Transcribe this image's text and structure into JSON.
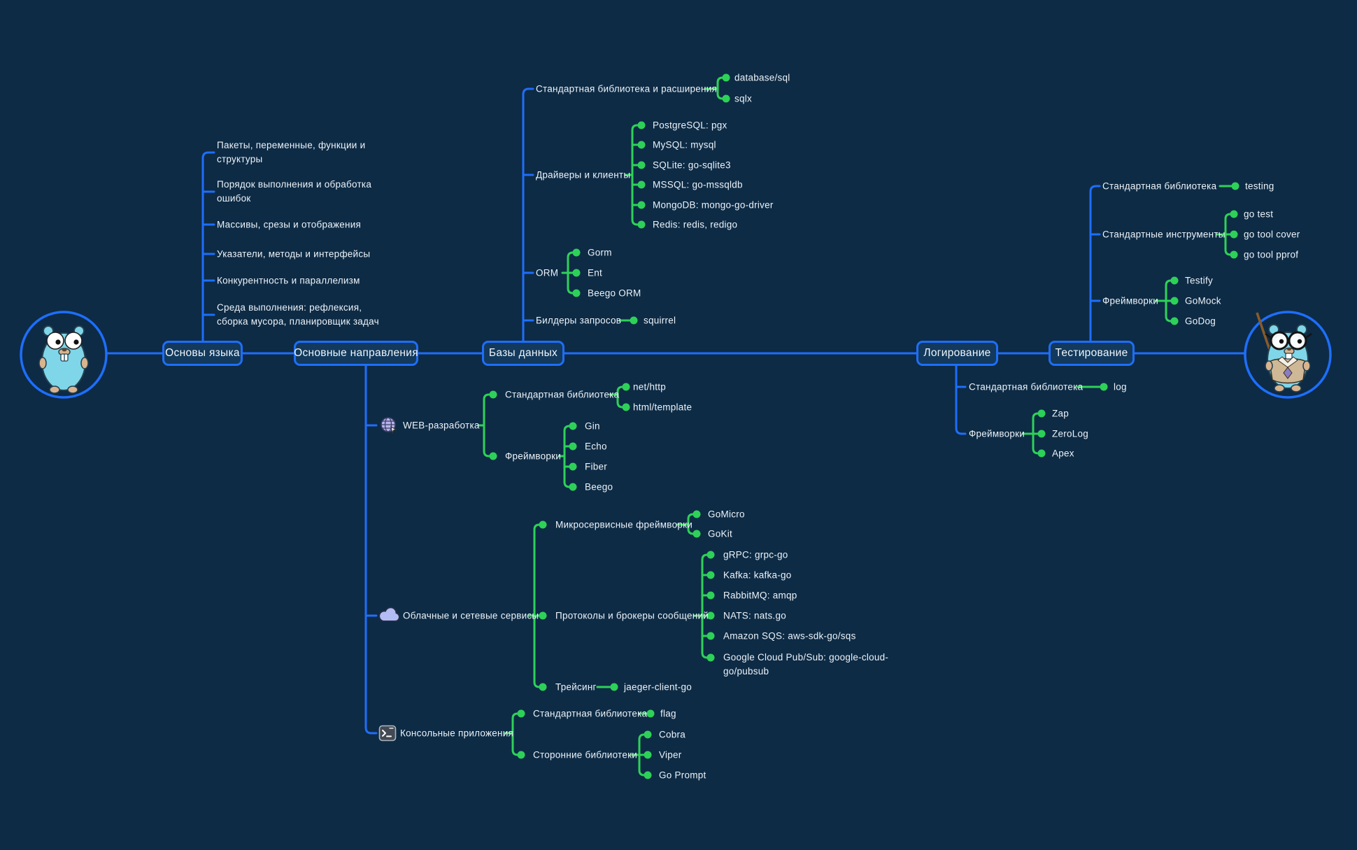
{
  "palette": {
    "background": "#0d2b45",
    "branch_blue": "#1e6efa",
    "branch_green": "#2ed158",
    "box_fill": "#133a5c",
    "text": "#edf3f9"
  },
  "mascots": {
    "left": "go-gopher",
    "right": "go-gopher-teacher"
  },
  "nodes": {
    "basics": {
      "label": "Основы языка",
      "items": [
        "Пакеты, переменные, функции и структуры",
        "Порядок выполнения и обработка ошибок",
        "Массивы, срезы и отображения",
        "Указатели, методы и интерфейсы",
        "Конкурентность и параллелизм",
        "Среда выполнения: рефлексия, сборка мусора, планировщик задач"
      ]
    },
    "directions": {
      "label": "Основные направления"
    },
    "databases": {
      "label": "Базы данных",
      "stdlib_label": "Стандартная библиотека и расширения",
      "stdlib_items": [
        "database/sql",
        "sqlx"
      ],
      "drivers_label": "Драйверы и клиенты",
      "drivers_items": [
        "PostgreSQL: pgx",
        "MySQL: mysql",
        "SQLite: go-sqlite3",
        "MSSQL: go-mssqldb",
        "MongoDB: mongo-go-driver",
        "Redis: redis, redigo"
      ],
      "orm_label": "ORM",
      "orm_items": [
        "Gorm",
        "Ent",
        "Beego ORM"
      ],
      "builders_label": "Билдеры запросов",
      "builders_items": [
        "squirrel"
      ]
    },
    "web": {
      "label": "WEB-разработка",
      "icon": "globe-icon",
      "stdlib_label": "Стандартная библиотека",
      "stdlib_items": [
        "net/http",
        "html/template"
      ],
      "frameworks_label": "Фреймворки",
      "frameworks_items": [
        "Gin",
        "Echo",
        "Fiber",
        "Beego"
      ]
    },
    "cloud": {
      "label": "Облачные и сетевые сервисы",
      "icon": "cloud-icon",
      "micro_label": "Микросервисные фреймворки",
      "micro_items": [
        "GoMicro",
        "GoKit"
      ],
      "protocols_label": "Протоколы и брокеры сообщений",
      "protocols_items": [
        "gRPC: grpc-go",
        "Kafka: kafka-go",
        "RabbitMQ: amqp",
        "NATS: nats.go",
        "Amazon SQS: aws-sdk-go/sqs",
        "Google Cloud Pub/Sub: google-cloud-go/pubsub"
      ],
      "tracing_label": "Трейсинг",
      "tracing_items": [
        "jaeger-client-go"
      ]
    },
    "console": {
      "label": "Консольные приложения",
      "icon": "terminal-icon",
      "stdlib_label": "Стандартная библиотека",
      "stdlib_items": [
        "flag"
      ],
      "thirdparty_label": "Сторонние библиотеки",
      "thirdparty_items": [
        "Cobra",
        "Viper",
        "Go Prompt"
      ]
    },
    "logging": {
      "label": "Логирование",
      "stdlib_label": "Стандартная библиотека",
      "stdlib_items": [
        "log"
      ],
      "frameworks_label": "Фреймворки",
      "frameworks_items": [
        "Zap",
        "ZeroLog",
        "Apex"
      ]
    },
    "testing": {
      "label": "Тестирование",
      "stdlib_label": "Стандартная библиотека",
      "stdlib_items": [
        "testing"
      ],
      "tools_label": "Стандартные инструменты",
      "tools_items": [
        "go test",
        "go tool cover",
        "go tool pprof"
      ],
      "frameworks_label": "Фреймворки",
      "frameworks_items": [
        "Testify",
        "GoMock",
        "GoDog"
      ]
    }
  }
}
